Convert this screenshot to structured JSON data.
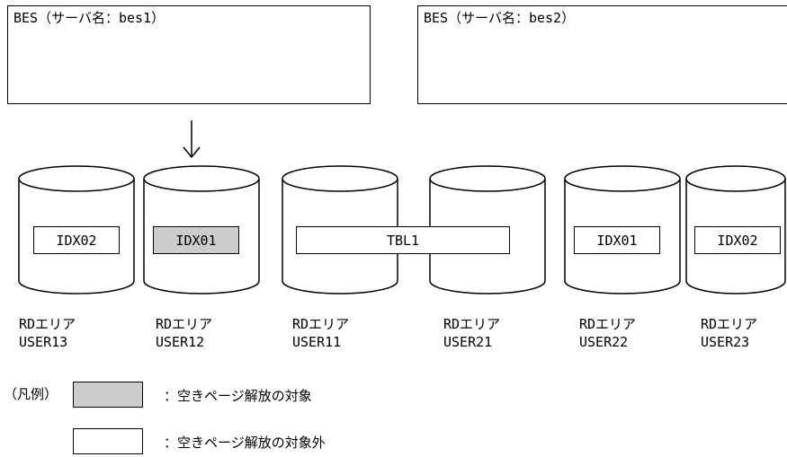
{
  "servers": [
    {
      "label": "BES（サーバ名：bes1）"
    },
    {
      "label": "BES（サーバ名：bes2）"
    }
  ],
  "rd_areas": [
    {
      "area_type": "RDエリア",
      "name": "USER13",
      "content": "IDX02",
      "target": false
    },
    {
      "area_type": "RDエリア",
      "name": "USER12",
      "content": "IDX01",
      "target": true
    },
    {
      "area_type": "RDエリア",
      "name": "USER11",
      "content": "TBL1",
      "target": false
    },
    {
      "area_type": "RDエリア",
      "name": "USER21",
      "content": "TBL1",
      "target": false
    },
    {
      "area_type": "RDエリア",
      "name": "USER22",
      "content": "IDX01",
      "target": false
    },
    {
      "area_type": "RDエリア",
      "name": "USER23",
      "content": "IDX02",
      "target": false
    }
  ],
  "shared_table": "TBL1",
  "legend": {
    "title": "（凡例）",
    "items": [
      {
        "text": "：空きページ解放の対象",
        "fill": "#cccccc"
      },
      {
        "text": "：空きページ解放の対象外",
        "fill": "#ffffff"
      }
    ]
  }
}
